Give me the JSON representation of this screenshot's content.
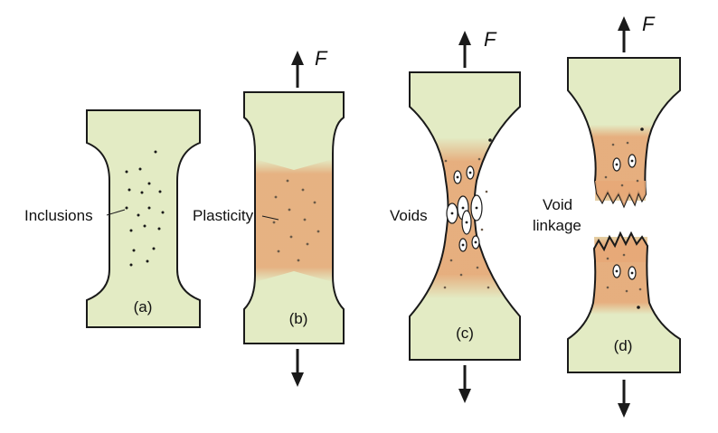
{
  "colors": {
    "specimen_fill": "#e3ebc4",
    "outline": "#1a1a1a",
    "plastic_zone": "#e6a877",
    "void_fill": "#ffffff"
  },
  "force_symbol": "F",
  "specimens": [
    {
      "caption": "(a)",
      "annotation": "Inclusions",
      "arrows": false
    },
    {
      "caption": "(b)",
      "annotation": "Plasticity",
      "arrows": true
    },
    {
      "caption": "(c)",
      "annotation": "Voids",
      "arrows": true
    },
    {
      "caption": "(d)",
      "annotation_lines": [
        "Void",
        "linkage"
      ],
      "arrows": true
    }
  ]
}
